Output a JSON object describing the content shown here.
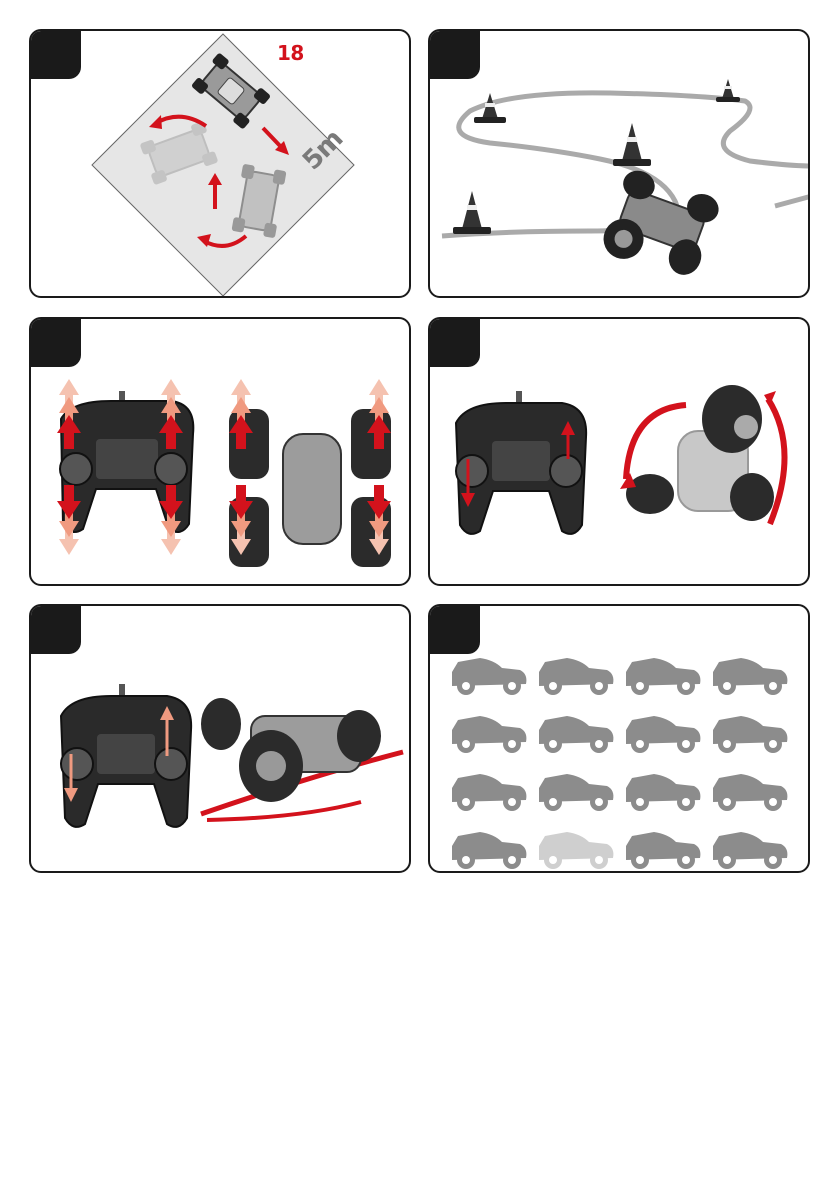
{
  "panels": [
    {
      "id": "p1",
      "area_label": "18",
      "distance_label": "5m"
    },
    {
      "id": "p2"
    },
    {
      "id": "p3"
    },
    {
      "id": "p4"
    },
    {
      "id": "p5"
    },
    {
      "id": "p6",
      "car_grid": {
        "rows": 4,
        "cols": 4,
        "faded_car": {
          "row": 3,
          "col": 1
        }
      }
    }
  ],
  "colors": {
    "accent_red": "#d3121c",
    "light_red": "#f09a80",
    "panel_border": "#1a1a1a",
    "grey": "#8c8c8c"
  },
  "icons": [
    "rc-car-icon",
    "remote-controller-icon",
    "traffic-cone-icon",
    "rotation-arrow-icon"
  ]
}
